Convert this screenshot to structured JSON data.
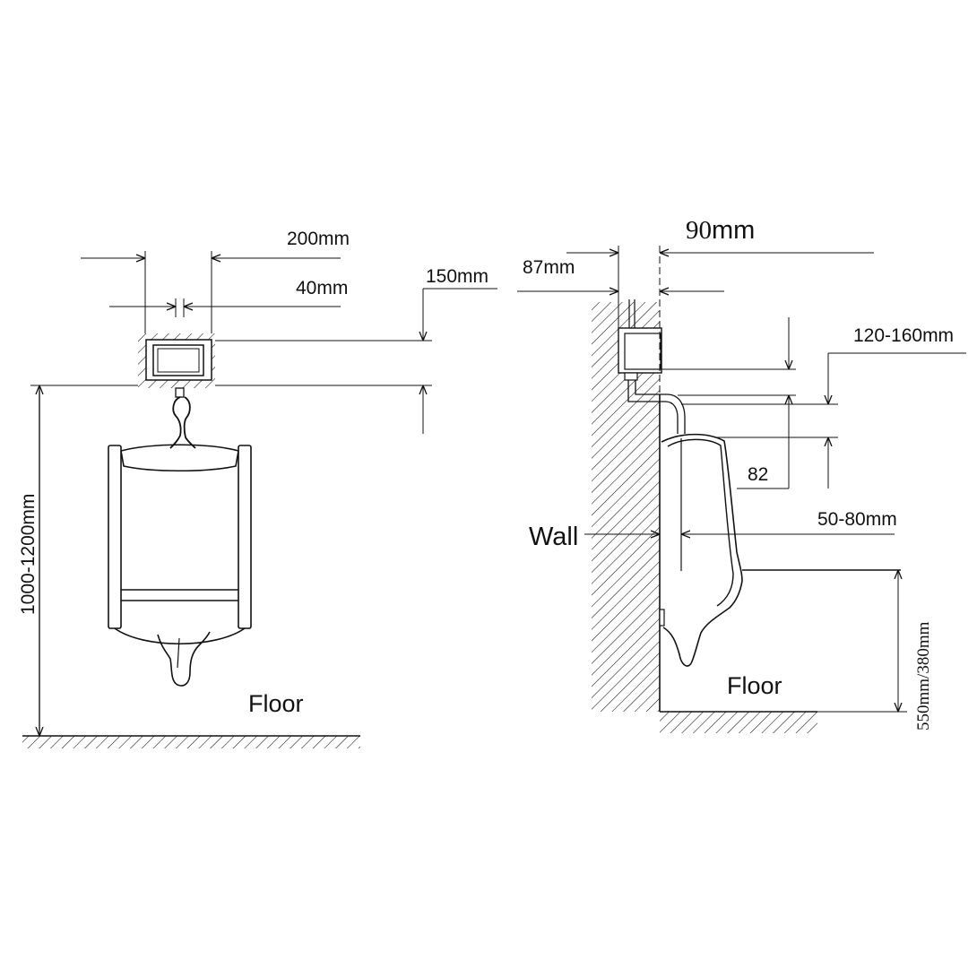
{
  "front_view": {
    "width_label": "200mm",
    "gap_label": "40mm",
    "box_height_label": "150mm",
    "mount_height_label": "1000-1200mm",
    "floor_label": "Floor"
  },
  "side_view": {
    "depth_label_a": "90",
    "depth_label_b": "mm",
    "wall_offset_label": "87mm",
    "pipe_range_label": "120-160mm",
    "pipe_drop_label": "82",
    "spacing_label": "50-80mm",
    "wall_label": "Wall",
    "floor_label": "Floor",
    "rim_height_label": "550mm/380mm"
  },
  "colors": {
    "line": "#111111",
    "background": "#ffffff"
  }
}
